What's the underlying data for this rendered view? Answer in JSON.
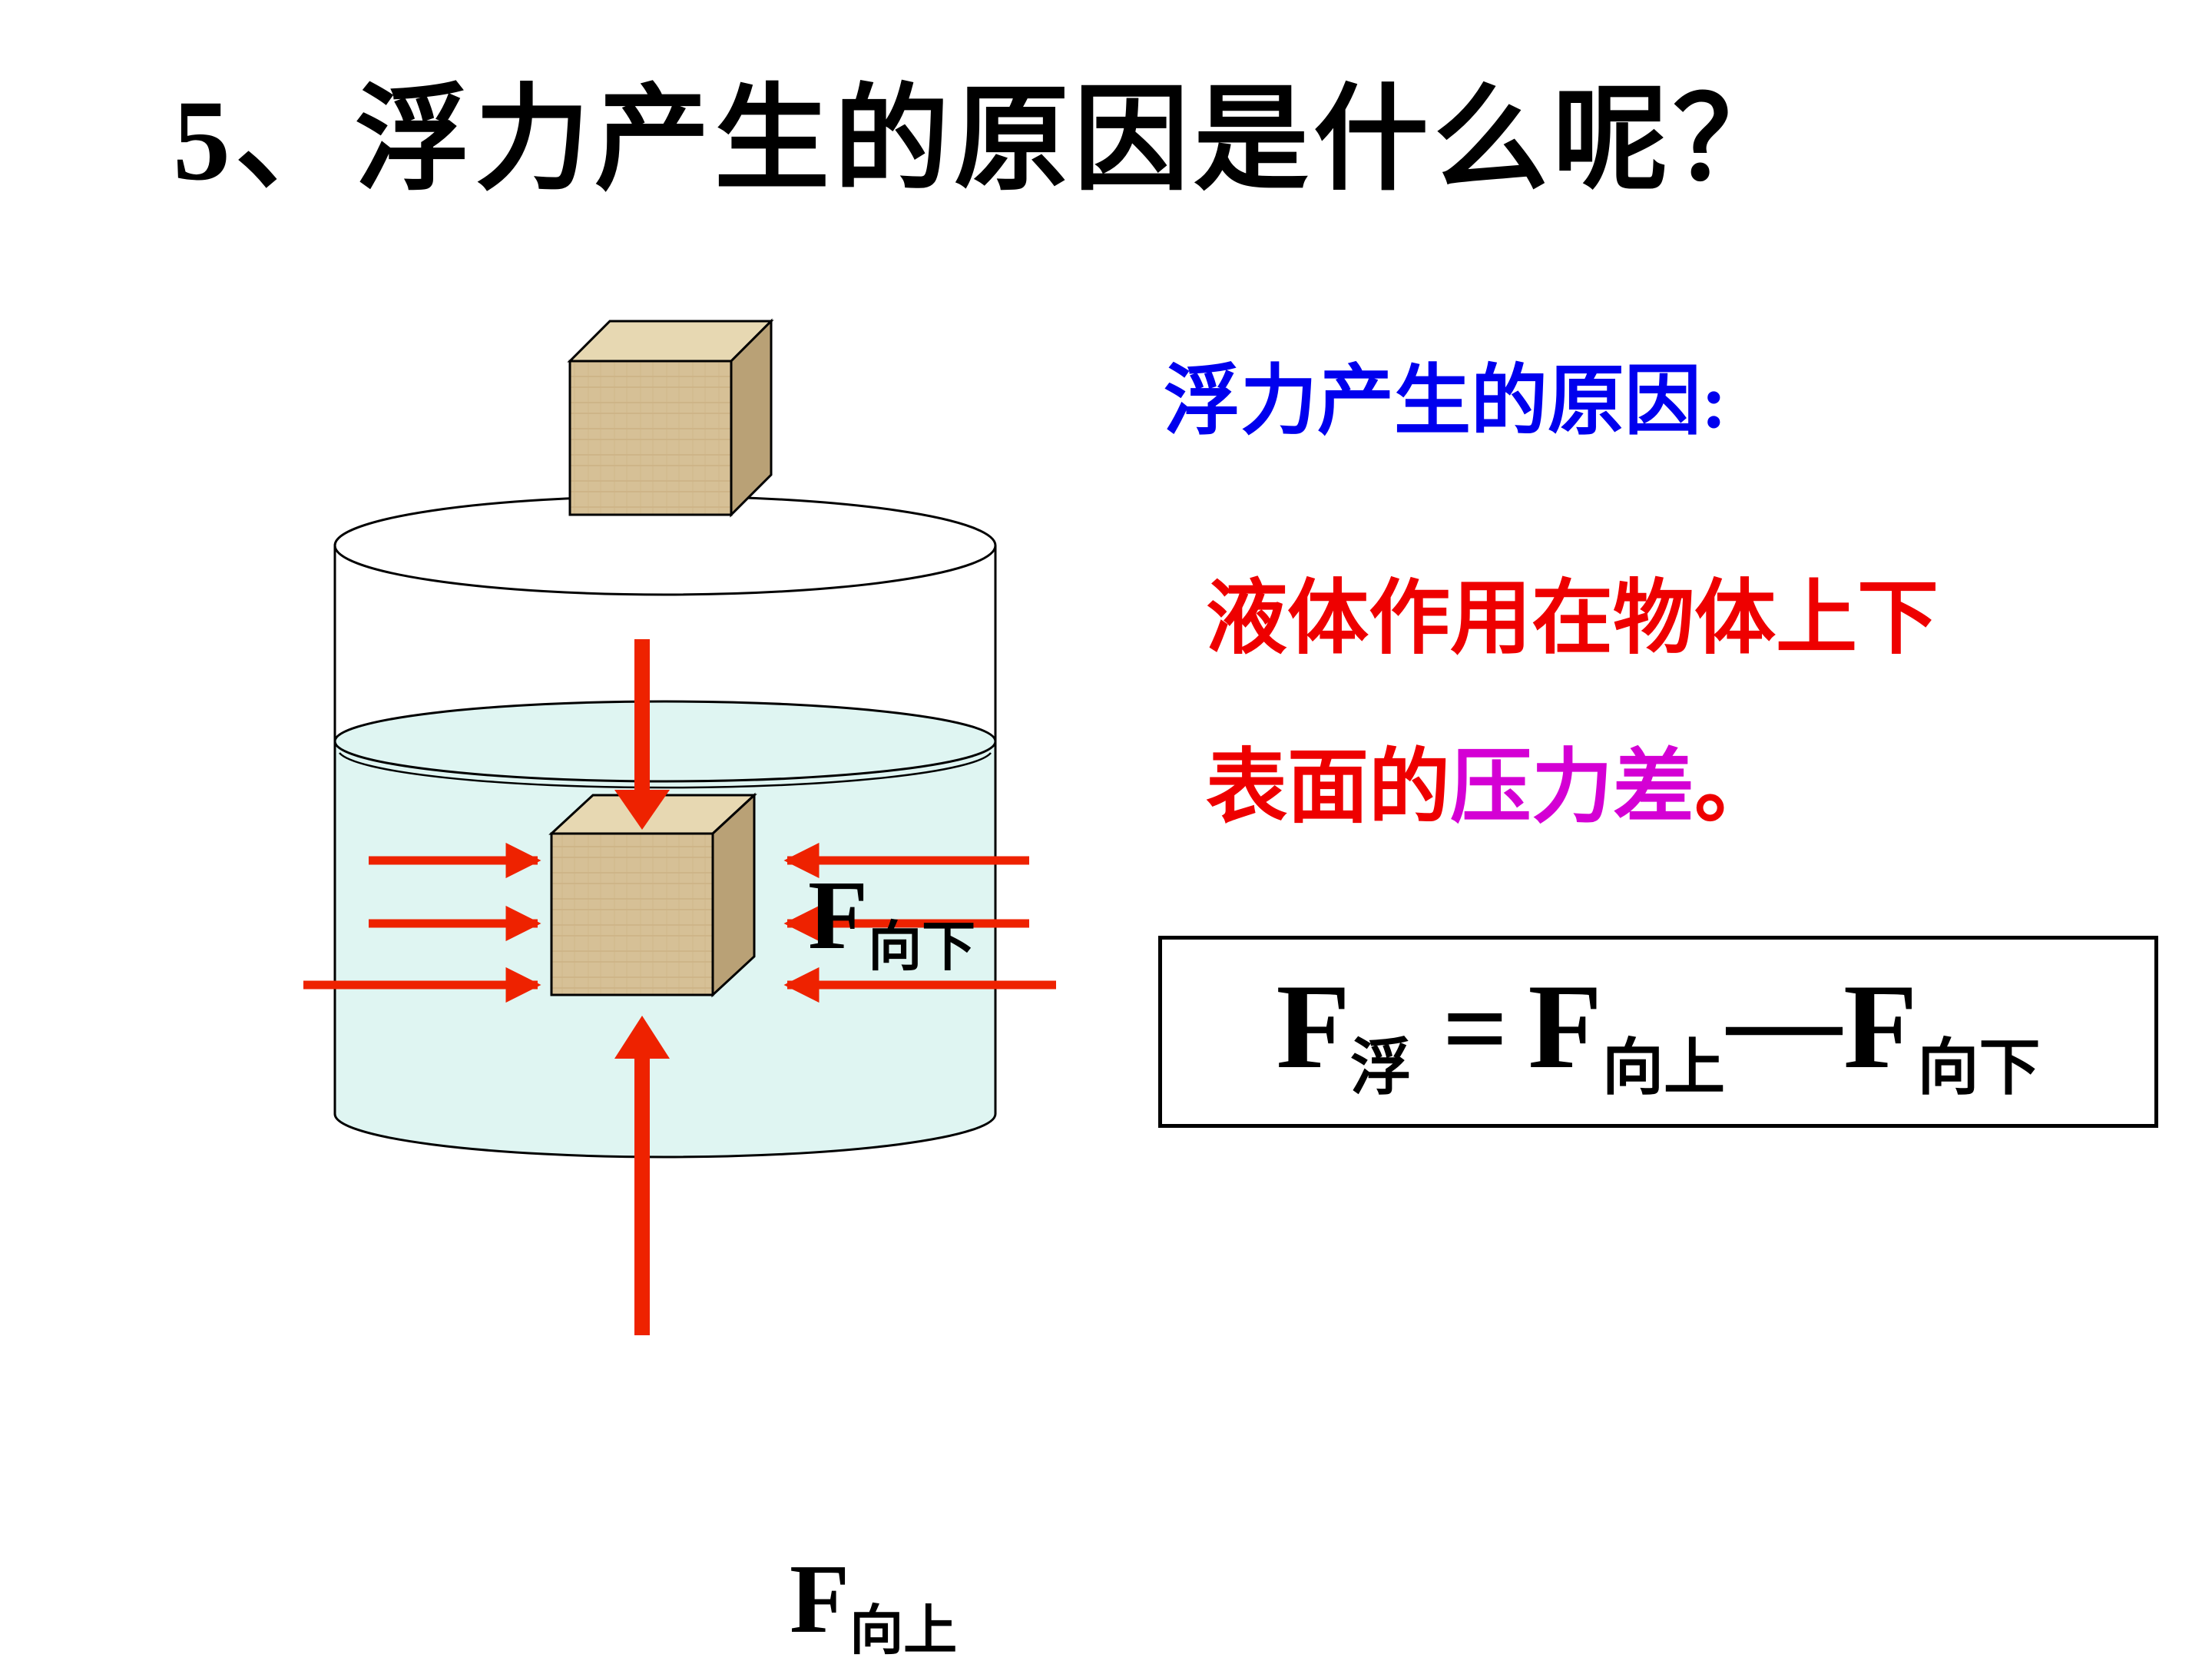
{
  "slide": {
    "title": "5、浮力产生的原因是什么呢？"
  },
  "diagram": {
    "force_down_label": "F",
    "force_down_sub": "向下",
    "force_up_label": "F",
    "force_up_sub": "向上"
  },
  "explanation": {
    "heading": "浮力产生的原因:",
    "line1": "液体作用在物体上下",
    "line2_prefix": "表面的",
    "line2_highlight": "压力差",
    "line2_period": "。"
  },
  "formula": {
    "term1": "F",
    "term1_sub": "浮",
    "equals": "=",
    "term2": "F",
    "term2_sub": "向上",
    "minus": "—",
    "term3": "F",
    "term3_sub": "向下"
  },
  "colors": {
    "heading_blue": "#0000ee",
    "text_red": "#ee0000",
    "highlight_magenta": "#d400d4",
    "arrow_red": "#ee2200",
    "water": "#dff5f2",
    "cube_front": "#d6c096",
    "cube_top": "#e7d8b2",
    "cube_side": "#b9a176"
  }
}
